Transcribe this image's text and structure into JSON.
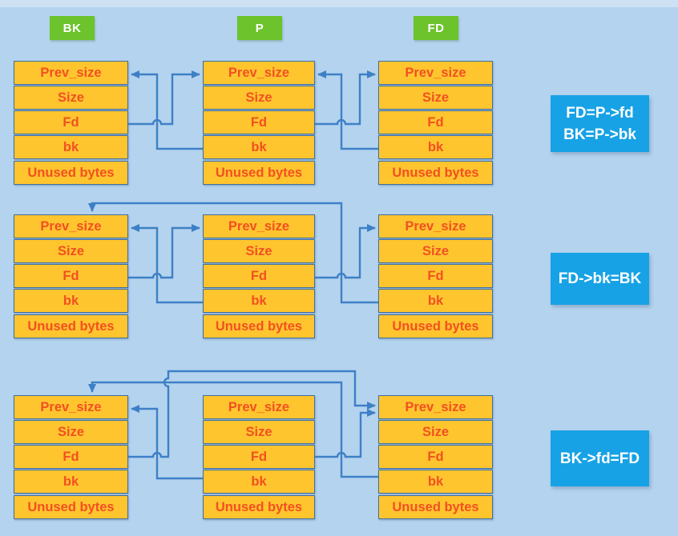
{
  "diagram": {
    "column_labels": [
      {
        "id": "bk",
        "text": "BK"
      },
      {
        "id": "p",
        "text": "P"
      },
      {
        "id": "fd",
        "text": "FD"
      }
    ],
    "chunk_fields": [
      "Prev_size",
      "Size",
      "Fd",
      "bk",
      "Unused bytes"
    ],
    "rows": [
      {
        "id": "row1-initial",
        "note_lines": [
          "FD=P->fd",
          "BK=P->bk"
        ],
        "edges": [
          {
            "from": "BK.Fd",
            "to": "P"
          },
          {
            "from": "P.bk",
            "to": "BK"
          },
          {
            "from": "P.Fd",
            "to": "FD"
          },
          {
            "from": "FD.bk",
            "to": "P"
          }
        ]
      },
      {
        "id": "row2-fd-bk-assign",
        "note_lines": [
          "FD->bk=BK"
        ],
        "edges": [
          {
            "from": "BK.Fd",
            "to": "P"
          },
          {
            "from": "P.bk",
            "to": "BK"
          },
          {
            "from": "P.Fd",
            "to": "FD"
          },
          {
            "from": "FD.bk",
            "to": "BK"
          }
        ]
      },
      {
        "id": "row3-bk-fd-assign",
        "note_lines": [
          "BK->fd=FD"
        ],
        "edges": [
          {
            "from": "BK.Fd",
            "to": "FD"
          },
          {
            "from": "P.bk",
            "to": "BK"
          },
          {
            "from": "P.Fd",
            "to": "FD"
          },
          {
            "from": "FD.bk",
            "to": "BK"
          }
        ]
      }
    ],
    "colors": {
      "background": "#b4d3ee",
      "background_top": "#cde1f3",
      "chunk_fill": "#ffc52e",
      "chunk_border": "#3f6e9e",
      "chunk_text": "#f25022",
      "label_green": "#6cc32c",
      "label_text": "#ffffff",
      "note_blue": "#17a2e6",
      "note_text": "#ffffff",
      "arrow": "#3e80c6"
    }
  }
}
